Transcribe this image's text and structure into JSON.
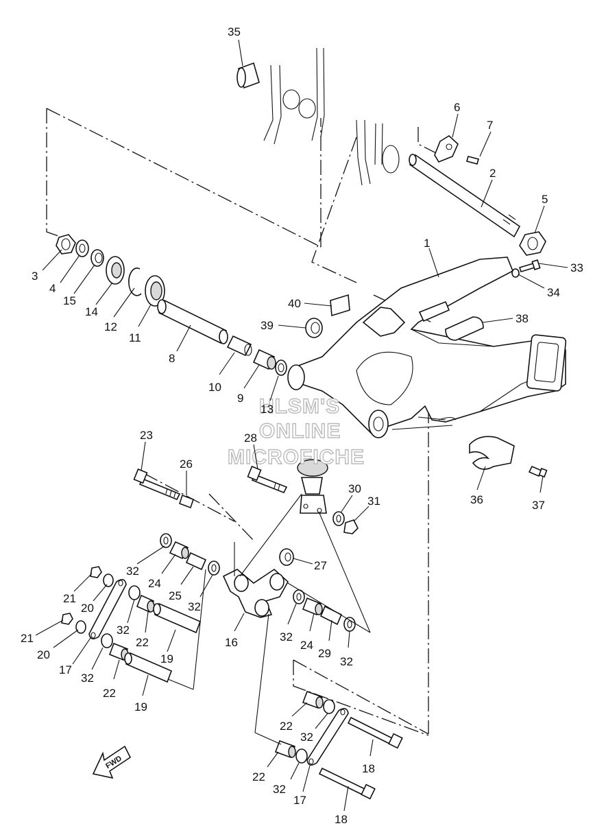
{
  "watermark": {
    "line1": "HLSM'S",
    "line2": "ONLINE",
    "line3": "MICROFICHE"
  },
  "fwd_label": "FWD",
  "callouts": [
    "35",
    "6",
    "7",
    "2",
    "5",
    "1",
    "33",
    "34",
    "3",
    "4",
    "15",
    "14",
    "12",
    "11",
    "8",
    "10",
    "9",
    "13",
    "39",
    "40",
    "38",
    "23",
    "28",
    "26",
    "30",
    "31",
    "36",
    "37",
    "27",
    "32",
    "24",
    "25",
    "21",
    "20",
    "17",
    "22",
    "19",
    "16",
    "29",
    "18"
  ]
}
